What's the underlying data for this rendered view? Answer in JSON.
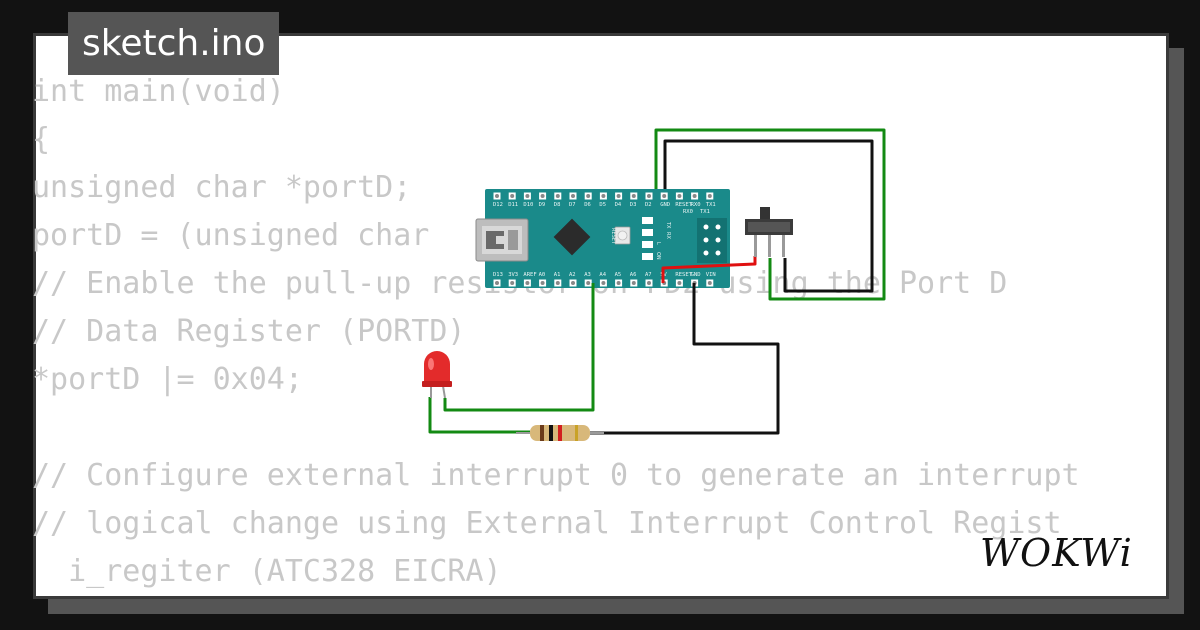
{
  "tab": {
    "title": "sketch.ino"
  },
  "code_lines": [
    "int main(void)",
    "{",
    "unsigned char *portD;",
    "portD = (unsigned char",
    "// Enable the pull-up resistor on PD2 using the Port D",
    "// Data Register (PORTD)",
    "*portD |= 0x04;",
    "",
    "// Configure external interrupt 0 to generate an interrupt",
    "// logical change using External Interrupt Control Regist",
    "  i_regiter (ATC328 EICRA)"
  ],
  "board": {
    "top_pin_labels": [
      "D12",
      "D11",
      "D10",
      "D9",
      "D8",
      "D7",
      "D6",
      "D5",
      "D4",
      "D3",
      "D2",
      "GND",
      "RESET",
      "RX0",
      "TX1"
    ],
    "bottom_pin_labels": [
      "D13",
      "3V3",
      "AREF",
      "A0",
      "A1",
      "A2",
      "A3",
      "A4",
      "A5",
      "A6",
      "A7",
      "5V",
      "RESET",
      "GND",
      "VIN"
    ],
    "vertical_labels": [
      "RESET",
      "TX",
      "RX",
      "L",
      "ON"
    ],
    "side_labels": [
      "RX0",
      "TX1"
    ]
  },
  "logo": {
    "text": "WOKWi"
  },
  "colors": {
    "board": "#1a8a8a",
    "wire_green": "#138a13",
    "wire_black": "#111111",
    "wire_red": "#e01010",
    "led_red": "#e32b2b"
  }
}
